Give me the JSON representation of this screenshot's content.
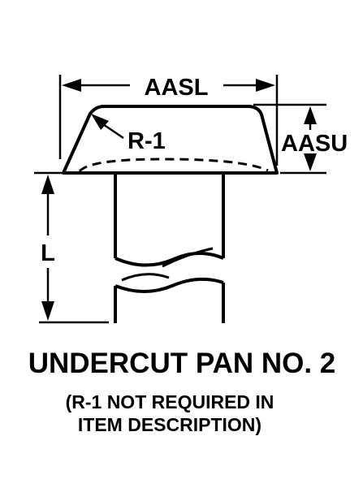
{
  "labels": {
    "aasl": "AASL",
    "aasu": "AASU",
    "r1": "R-1",
    "l": "L"
  },
  "caption": {
    "title": "UNDERCUT PAN NO. 2",
    "note_line1": "(R-1 NOT REQUIRED IN",
    "note_line2": "ITEM DESCRIPTION)"
  },
  "colors": {
    "ink": "#000000",
    "background": "#ffffff"
  }
}
